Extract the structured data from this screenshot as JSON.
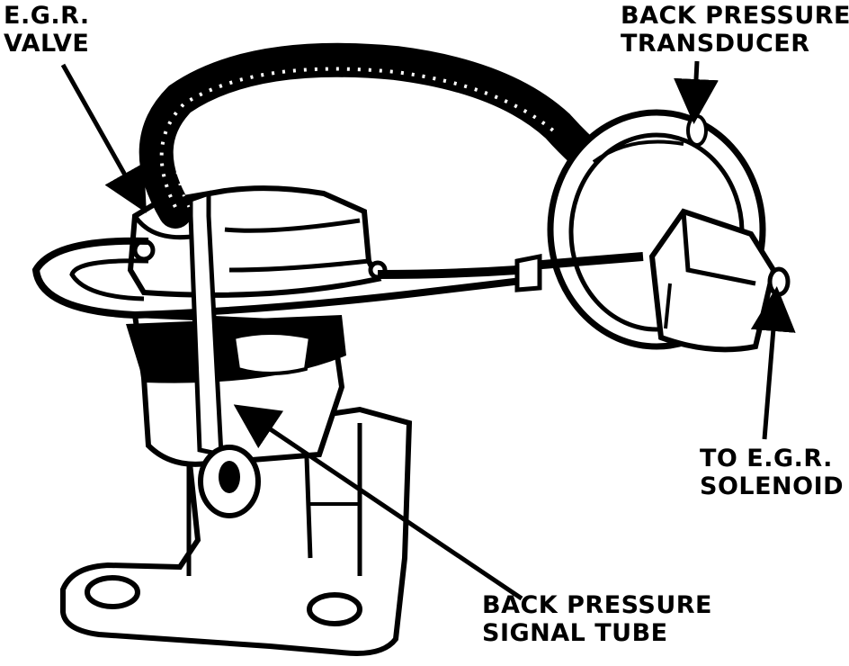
{
  "labels": {
    "egr_valve": {
      "line1": "E.G.R.",
      "line2": "VALVE"
    },
    "transducer": {
      "line1": "BACK PRESSURE",
      "line2": "TRANSDUCER"
    },
    "solenoid": {
      "line1": "TO E.G.R.",
      "line2": "SOLENOID"
    },
    "signal_tube": {
      "line1": "BACK PRESSURE",
      "line2": "SIGNAL TUBE"
    }
  },
  "colors": {
    "ink": "#000000",
    "paper": "#ffffff"
  }
}
